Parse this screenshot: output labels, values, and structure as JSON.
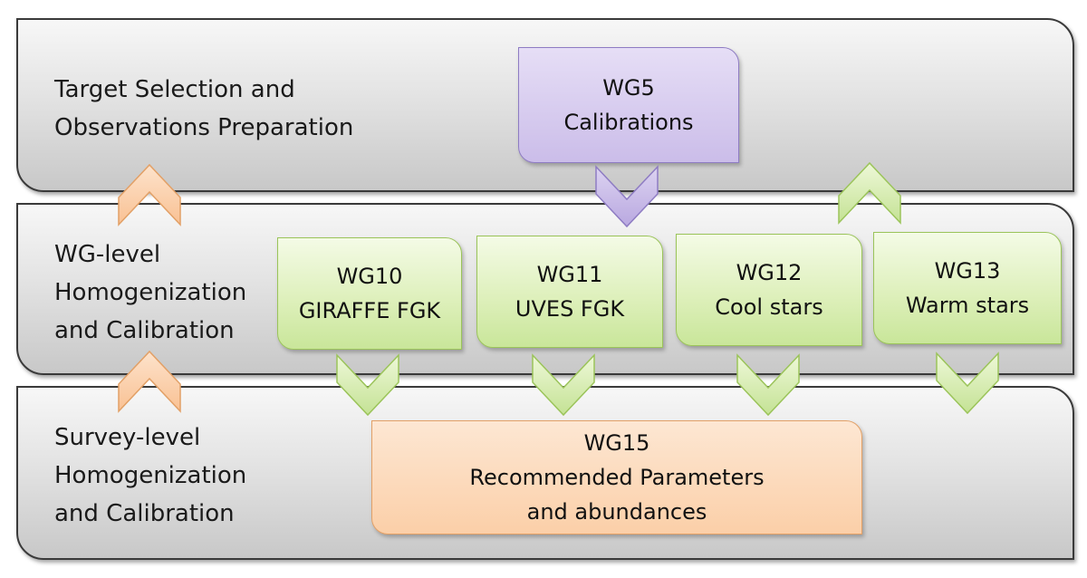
{
  "tiers": {
    "top": {
      "label": "Target Selection and\nObservations Preparation"
    },
    "middle": {
      "label": "WG-level\nHomogenization\nand Calibration"
    },
    "bottom": {
      "label": "Survey-level\nHomogenization\nand Calibration"
    }
  },
  "boxes": {
    "wg5": {
      "line1": "WG5",
      "line2": "Calibrations"
    },
    "wg10": {
      "line1": "WG10",
      "line2": "GIRAFFE FGK"
    },
    "wg11": {
      "line1": "WG11",
      "line2": "UVES FGK"
    },
    "wg12": {
      "line1": "WG12",
      "line2": "Cool stars"
    },
    "wg13": {
      "line1": "WG13",
      "line2": "Warm stars"
    },
    "wg15": {
      "line1": "WG15",
      "line2": "Recommended Parameters",
      "line3": "and abundances"
    }
  },
  "colors": {
    "green_fill": "#dcefb8",
    "green_stroke": "#9bc45a",
    "purple_fill": "#cbbde9",
    "purple_stroke": "#8e7cc3",
    "orange_fill": "#fbcfa8",
    "orange_stroke": "#e2a066"
  }
}
